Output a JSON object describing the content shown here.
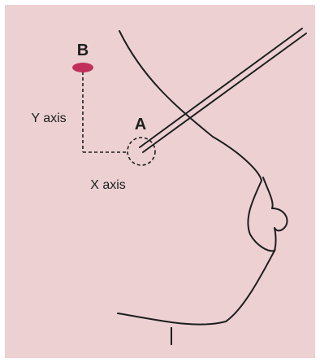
{
  "labels": {
    "point_a": "A",
    "point_b": "B",
    "y_axis": "Y axis",
    "x_axis": "X axis"
  },
  "colors": {
    "background": "#ecd0d2",
    "line": "#1e1e1e",
    "point_b_marker": "#c0305a"
  }
}
